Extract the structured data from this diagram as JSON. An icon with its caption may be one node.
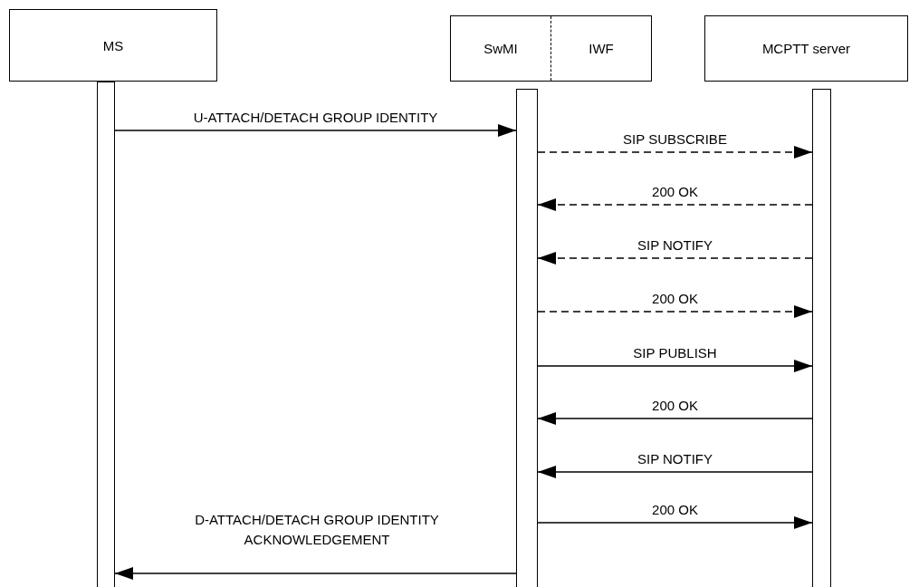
{
  "diagram": {
    "nodes": [
      {
        "text": [
          "MS"
        ]
      },
      {
        "text": [
          "SwMI",
          "IWF"
        ]
      },
      {
        "text": [
          "MCPTT server"
        ]
      },
      {
        "text": [],
        "shape": "bar"
      },
      {
        "text": [],
        "shape": "bar"
      },
      {
        "text": [],
        "shape": "bar"
      }
    ],
    "edges": [
      {
        "from": 3,
        "to": 4,
        "arrow": "to",
        "label": "U-ATTACH/DETACH GROUP IDENTITY"
      },
      {
        "from": 4,
        "to": 5,
        "arrow": "to",
        "label": "SIP SUBSCRIBE",
        "style": "dashed"
      },
      {
        "from": 5,
        "to": 4,
        "arrow": "to",
        "label": "200 OK",
        "style": "dashed"
      },
      {
        "from": 5,
        "to": 4,
        "arrow": "to",
        "label": "SIP NOTIFY",
        "style": "dashed"
      },
      {
        "from": 4,
        "to": 5,
        "arrow": "to",
        "label": "200 OK",
        "style": "dashed"
      },
      {
        "from": 4,
        "to": 5,
        "arrow": "to",
        "label": "SIP PUBLISH"
      },
      {
        "from": 5,
        "to": 4,
        "arrow": "to",
        "label": "200 OK"
      },
      {
        "from": 5,
        "to": 4,
        "arrow": "to",
        "label": "SIP NOTIFY"
      },
      {
        "from": 4,
        "to": 5,
        "arrow": "to",
        "label": "200 OK"
      },
      {
        "from": 4,
        "to": 3,
        "arrow": "to",
        "label": "D-ATTACH/DETACH GROUP IDENTITY ACKNOWLEDGEMENT"
      }
    ]
  }
}
